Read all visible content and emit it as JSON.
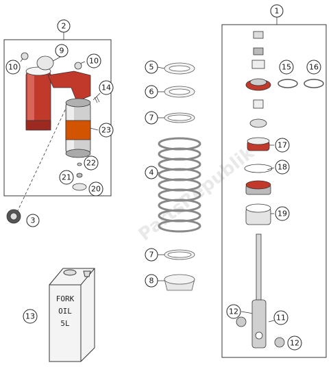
{
  "labels": {
    "c1": "1",
    "c2": "2",
    "c3": "3",
    "c4": "4",
    "c5": "5",
    "c6": "6",
    "c7a": "7",
    "c7b": "7",
    "c8": "8",
    "c9": "9",
    "c10a": "10",
    "c10b": "10",
    "c11": "11",
    "c12a": "12",
    "c12b": "12",
    "c13": "13",
    "c14": "14",
    "c15": "15",
    "c16": "16",
    "c17": "17",
    "c18": "18",
    "c19": "19",
    "c20": "20",
    "c21": "21",
    "c22": "22",
    "c23": "23"
  },
  "oil_can": {
    "line1": "FORK",
    "line2": "OIL",
    "line3": "5L"
  },
  "watermark": "PartsRepublik"
}
